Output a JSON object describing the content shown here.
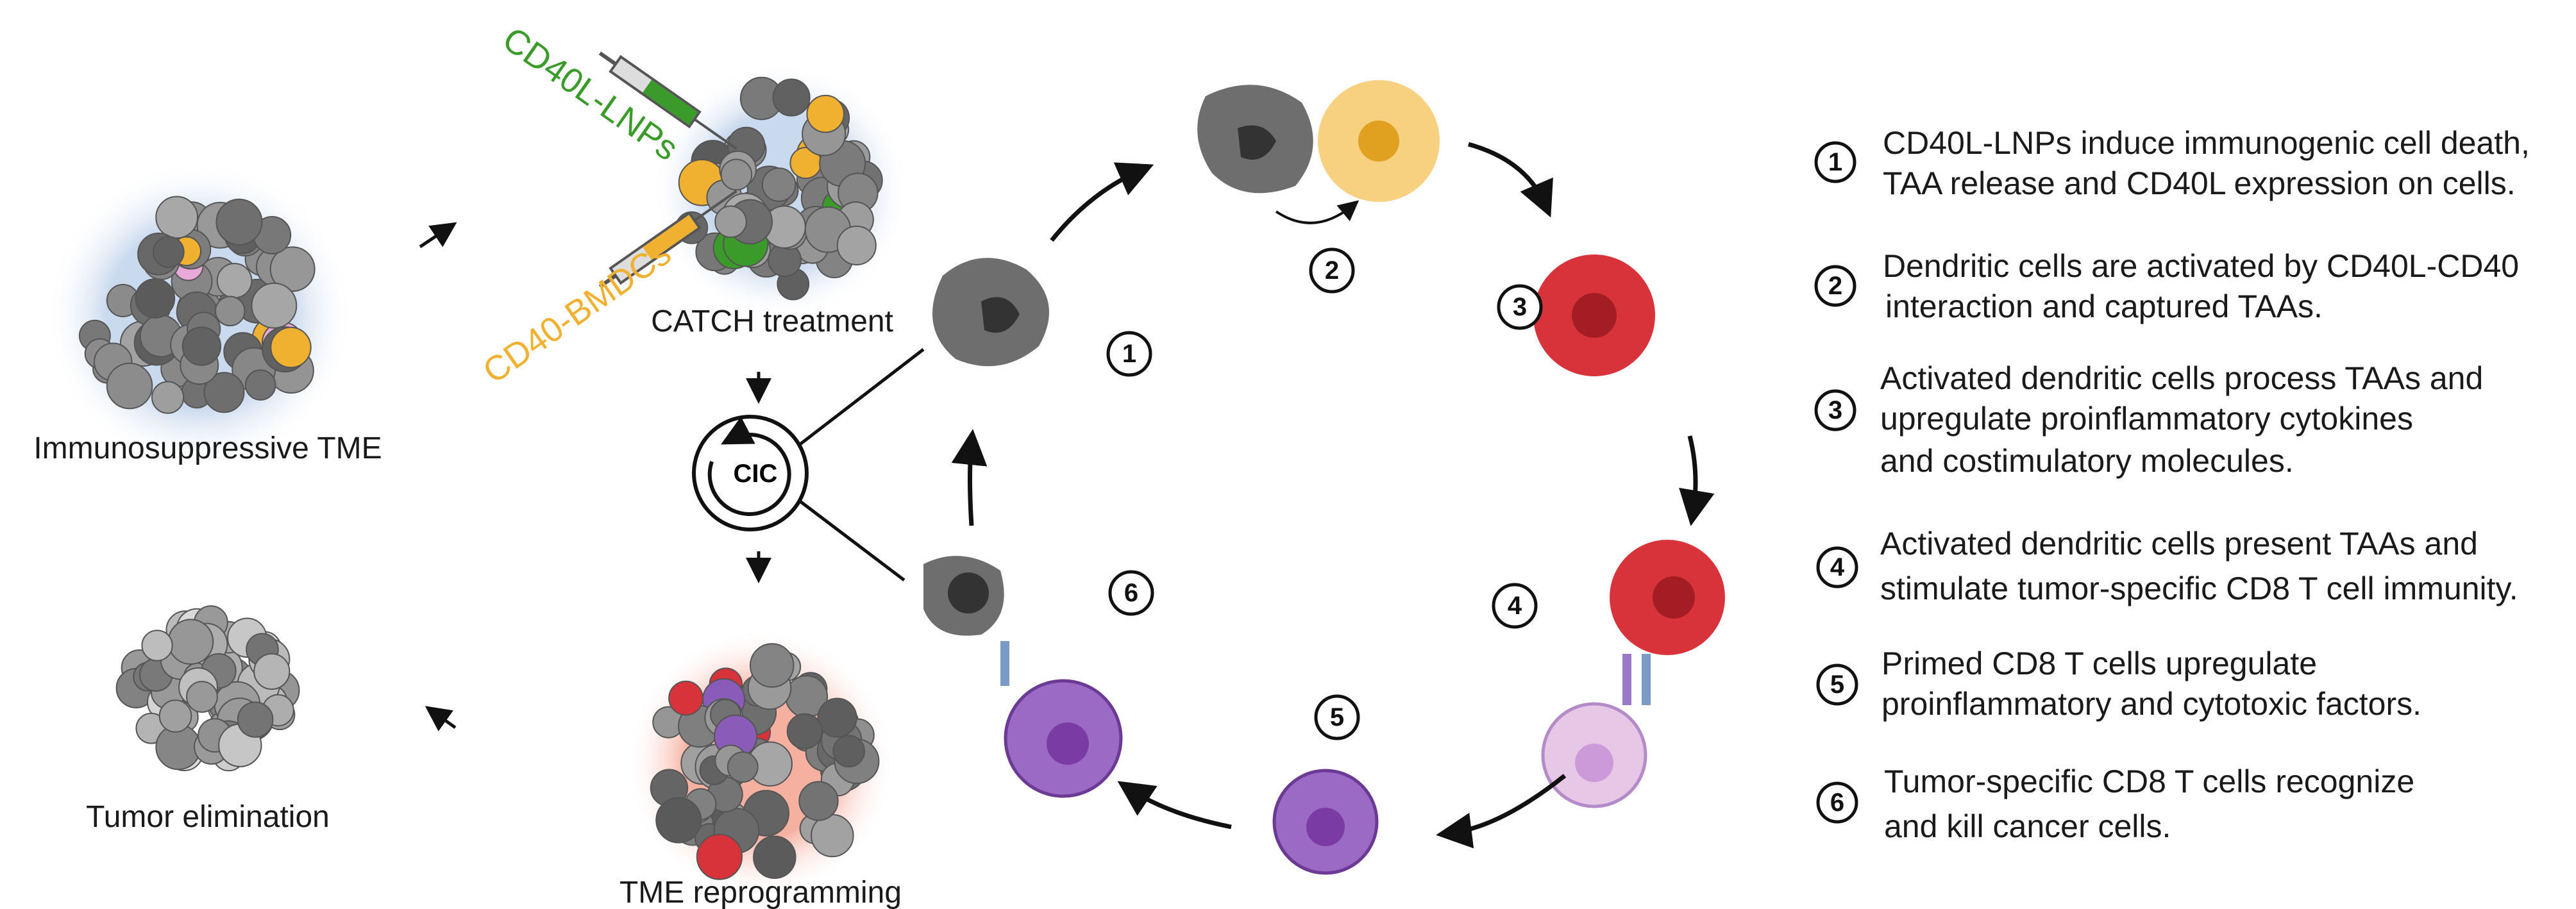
{
  "title_labels": {
    "immunosuppressive": "Immunosuppressive TME",
    "catch_treatment": "CATCH treatment",
    "cd40l_lnps": "CD40L-LNPs",
    "cd40_bmdcs": "CD40-BMDCs",
    "cic": "CIC",
    "tme_reprogramming": "TME reprogramming",
    "tumor_elimination": "Tumor elimination"
  },
  "steps": [
    {
      "num": "1",
      "lines": [
        "CD40L-LNPs induce immunogenic cell death,",
        "TAA release and CD40L expression on cells."
      ]
    },
    {
      "num": "2",
      "lines": [
        "Dendritic cells are activated by CD40L-CD40",
        "interaction and captured TAAs."
      ]
    },
    {
      "num": "3",
      "lines": [
        "Activated dendritic cells process TAAs and",
        "upregulate proinflammatory cytokines",
        "and costimulatory molecules."
      ]
    },
    {
      "num": "4",
      "lines": [
        "Activated dendritic cells present TAAs and",
        "stimulate tumor-specific CD8 T cell immunity."
      ]
    },
    {
      "num": "5",
      "lines": [
        "Primed CD8 T cells upregulate",
        "proinflammatory and cytotoxic factors."
      ]
    },
    {
      "num": "6",
      "lines": [
        "Tumor-specific CD8 T cells recognize",
        "and kill cancer cells."
      ]
    }
  ],
  "colors": {
    "green": "#3a9a2a",
    "orange": "#f0b030",
    "red": "#d8333a",
    "purple": "#8a5bb8",
    "gray": "#6e6e6e"
  }
}
